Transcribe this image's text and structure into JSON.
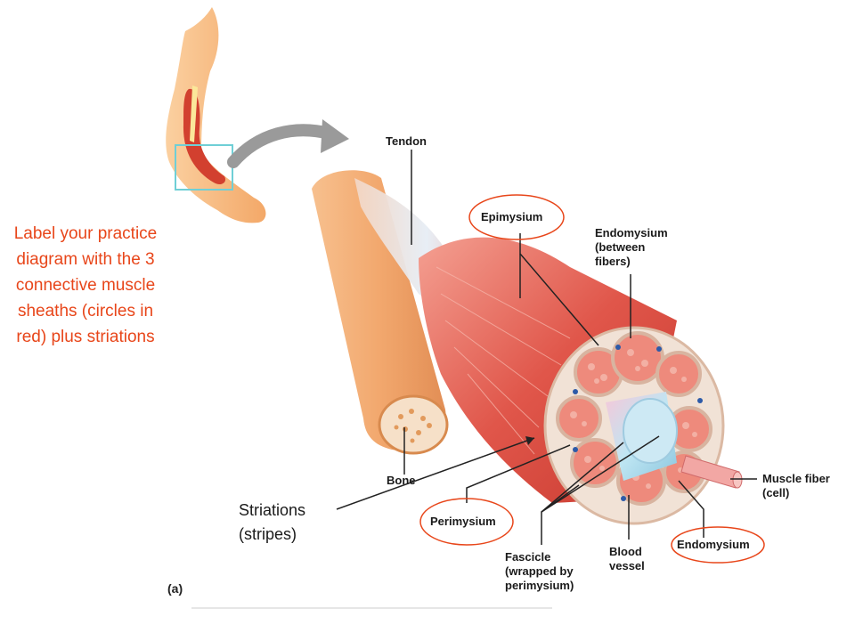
{
  "note": "Label your practice diagram with the 3 connective muscle sheaths (circles in red) plus striations",
  "labels": {
    "tendon": "Tendon",
    "epimysium": "Epimysium",
    "endomysium_between": "Endomysium\n(between\nfibers)",
    "bone": "Bone",
    "perimysium": "Perimysium",
    "fascicle": "Fascicle\n(wrapped by\nperimysium)",
    "blood_vessel": "Blood\nvessel",
    "endomysium": "Endomysium",
    "muscle_fiber": "Muscle fiber\n(cell)",
    "striations": "Striations\n(stripes)",
    "figure_tag": "(a)"
  },
  "colors": {
    "note": "#e8461a",
    "circle": "#e8461a",
    "muscle": "#e0564a",
    "bone": "#f2a86e",
    "tendon": "#dfe7f0",
    "skin": "#f6b57c",
    "arrow": "#9a9a9a",
    "highlight_box": "#6fcfd6"
  }
}
